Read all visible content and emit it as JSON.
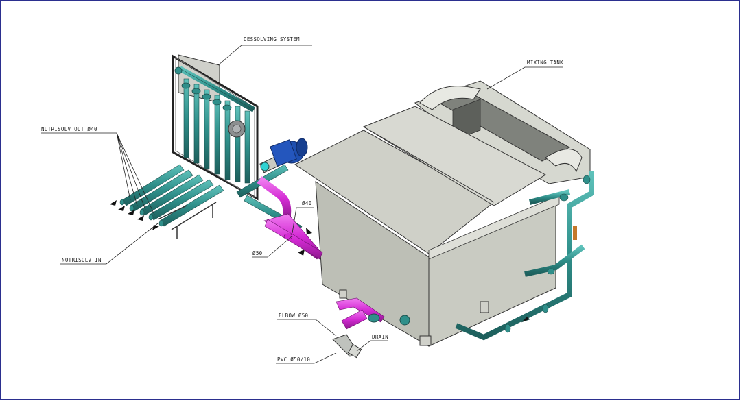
{
  "labels": {
    "dissolving_system": "DESSOLVING SYSTEM",
    "mixing_tank": "MIXING TANK",
    "nutrisolv_out": "NUTRISOLV OUT Ø40",
    "nutrisolv_in": "NOTRISOLV IN",
    "d40": "Ø40",
    "d50": "Ø50",
    "elbow": "ELBOW Ø50",
    "drain": "DRAIN",
    "pvc": "PVC Ø50/10"
  },
  "colors": {
    "frame_border": "#2b2f8f",
    "pipe_teal": "#2f8f8a",
    "pipe_magenta": "#d42bd4",
    "pump_blue": "#1e4fb0",
    "tank_body": "#c9cbc2",
    "line": "#222222"
  }
}
